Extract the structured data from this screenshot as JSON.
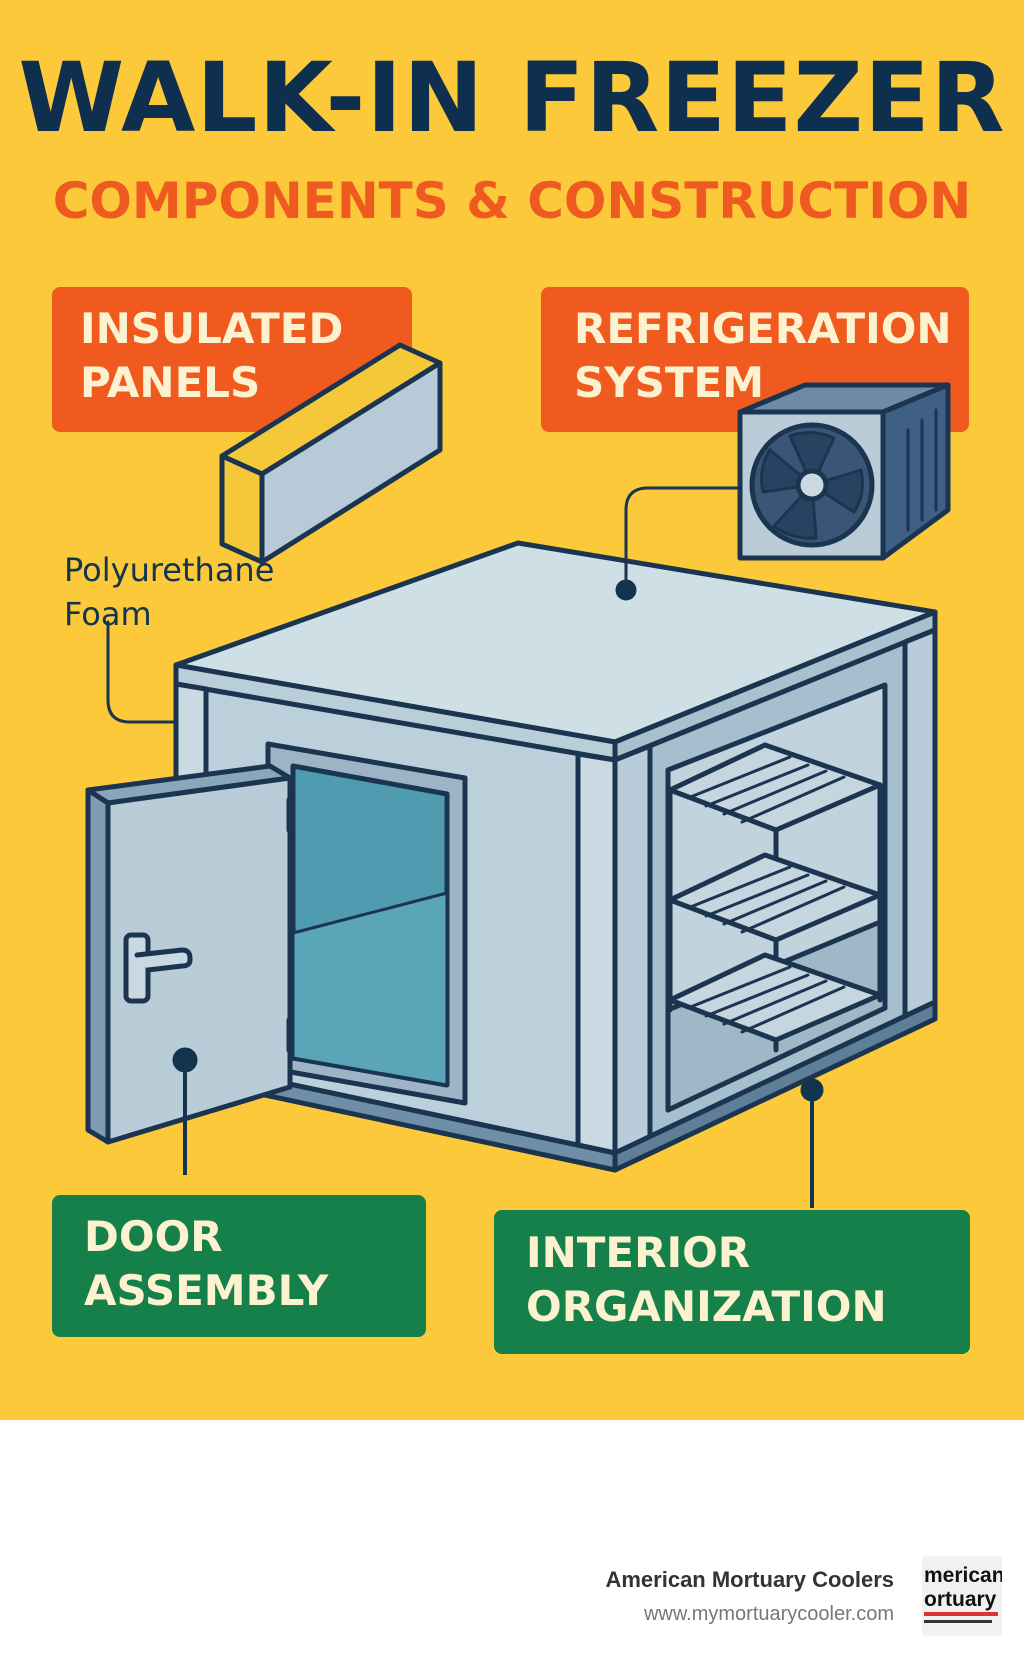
{
  "title": "WALK-IN FREEZER",
  "subtitle": "COMPONENTS & CONSTRUCTION",
  "labels": {
    "insulated_panels": "INSULATED\nPANELS",
    "refrigeration_system": "REFRIGERATION\nSYSTEM",
    "polyurethane_foam": "Polyurethane\nFoam",
    "door_assembly": "DOOR\nASSEMBLY",
    "interior_organization": "INTERIOR\nORGANIZATION"
  },
  "footer": {
    "company": "American Mortuary Coolers",
    "url": "www.mymortuarycooler.com"
  },
  "colors": {
    "background": "#fcc93a",
    "title": "#0f2f4f",
    "subtitle": "#ef5a21",
    "label_orange": "#f05a1f",
    "label_green": "#158049",
    "outline": "#1b3550"
  },
  "icons": [
    "insulated-panel-icon",
    "condenser-unit-icon",
    "fan-icon",
    "walk-in-freezer-illustration",
    "wire-shelf-icon",
    "door-handle-icon",
    "company-logo"
  ]
}
